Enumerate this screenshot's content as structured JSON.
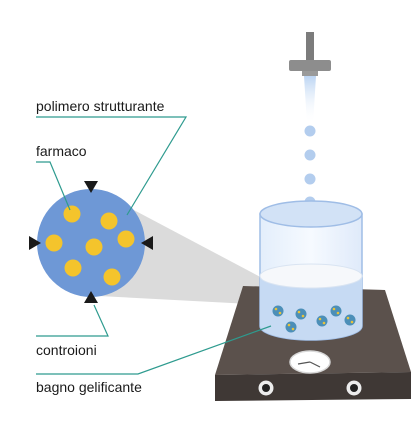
{
  "labels": {
    "polymer": "polimero strutturante",
    "drug": "farmaco",
    "counterions": "controioni",
    "bath": "bagno gelificante"
  },
  "colors": {
    "sphere_fill": "#6e98d6",
    "drug_particle": "#f4c42c",
    "leader_line": "#2e9b8f",
    "droplet": "#b3cdee",
    "beaker_liquid": "#c6daf3",
    "stirrer_top": "#5b514c",
    "stirrer_base": "#3f3835",
    "magnifier_cone": "#c9c9c9"
  }
}
